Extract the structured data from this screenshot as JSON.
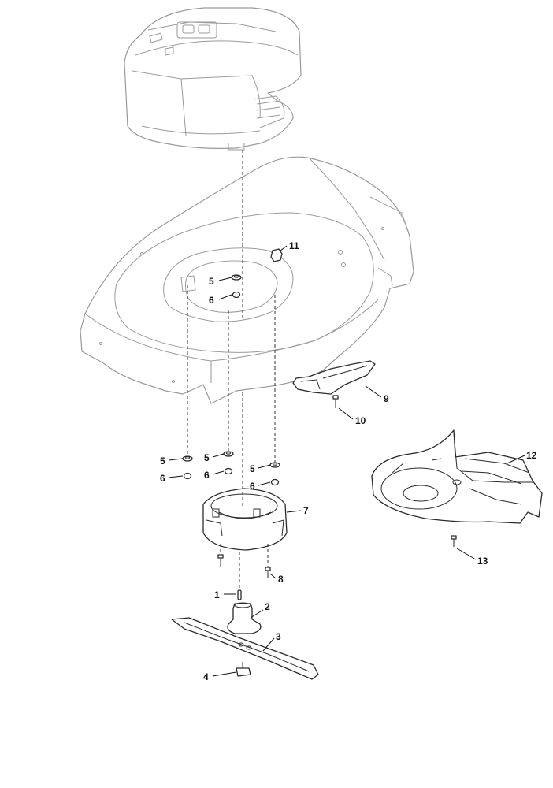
{
  "callouts": {
    "c1": "1",
    "c2": "2",
    "c3": "3",
    "c4": "4",
    "c5a": "5",
    "c6a": "6",
    "c5b": "5",
    "c6b": "6",
    "c5c": "5",
    "c6c": "6",
    "c5d": "5",
    "c6d": "6",
    "c7": "7",
    "c8": "8",
    "c9": "9",
    "c10": "10",
    "c11": "11",
    "c12": "12",
    "c13": "13"
  }
}
